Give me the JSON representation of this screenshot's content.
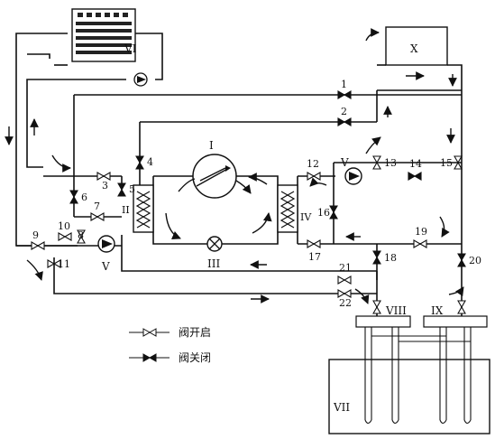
{
  "legend": {
    "open": "阀开启",
    "closed": "阀关闭"
  },
  "components": {
    "compressor": "I",
    "hx_left": "II",
    "expansion_valve": "III",
    "hx_right": "IV",
    "pump": "V",
    "cooling_tower": "VI",
    "ground_field": "VII",
    "manifold_left": "VIII",
    "manifold_right": "IX",
    "terminal": "X"
  },
  "valves": [
    {
      "n": "1",
      "state": "closed"
    },
    {
      "n": "2",
      "state": "closed"
    },
    {
      "n": "3",
      "state": "open"
    },
    {
      "n": "4",
      "state": "closed"
    },
    {
      "n": "5",
      "state": "closed"
    },
    {
      "n": "6",
      "state": "closed"
    },
    {
      "n": "7",
      "state": "open"
    },
    {
      "n": "8",
      "state": "open"
    },
    {
      "n": "9",
      "state": "open"
    },
    {
      "n": "10",
      "state": "open"
    },
    {
      "n": "11",
      "state": "open"
    },
    {
      "n": "12",
      "state": "open"
    },
    {
      "n": "13",
      "state": "open"
    },
    {
      "n": "14",
      "state": "closed"
    },
    {
      "n": "15",
      "state": "open"
    },
    {
      "n": "16",
      "state": "closed"
    },
    {
      "n": "17",
      "state": "open"
    },
    {
      "n": "18",
      "state": "closed"
    },
    {
      "n": "19",
      "state": "open"
    },
    {
      "n": "20",
      "state": "closed"
    },
    {
      "n": "21",
      "state": "open"
    },
    {
      "n": "22",
      "state": "open"
    }
  ]
}
